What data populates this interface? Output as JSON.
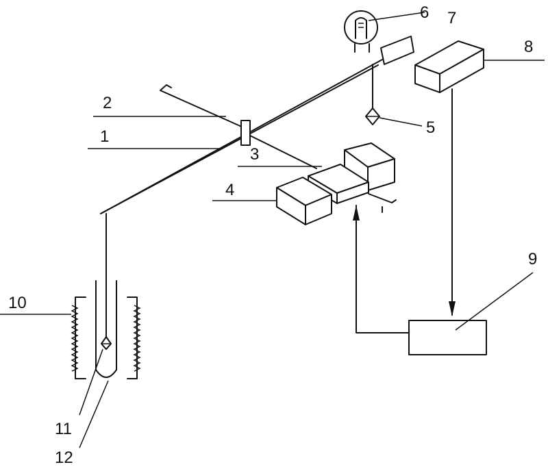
{
  "labels": {
    "l1": "1",
    "l2": "2",
    "l3": "3",
    "l4": "4",
    "l5": "5",
    "l6": "6",
    "l7": "7",
    "l8": "8",
    "l9": "9",
    "l10": "10",
    "l11": "11",
    "l12": "12"
  },
  "colors": {
    "ink": "#111111",
    "background": "#ffffff"
  }
}
